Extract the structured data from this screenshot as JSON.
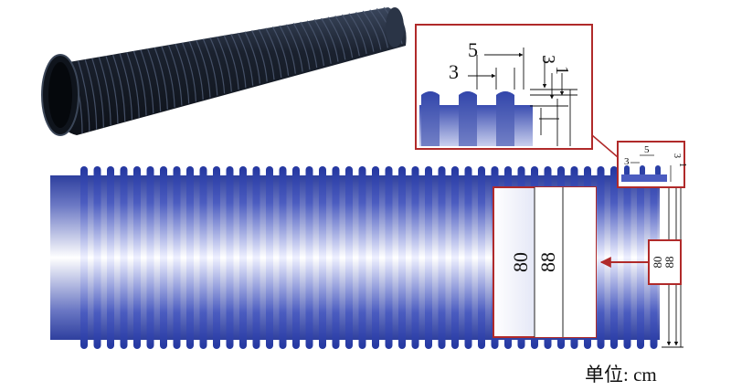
{
  "figure": {
    "units_label": "单位: cm",
    "dims": {
      "pitch": "5",
      "gap": "3",
      "rib_height": "3",
      "wall": "1",
      "inner_diameter": "80",
      "outer_diameter": "88"
    },
    "colors": {
      "pipe_blue": "#2e3f9e",
      "rib_blue": "#2c40a6",
      "callout_red": "#b02a2a",
      "photo_pipe": "#1c2432"
    }
  }
}
